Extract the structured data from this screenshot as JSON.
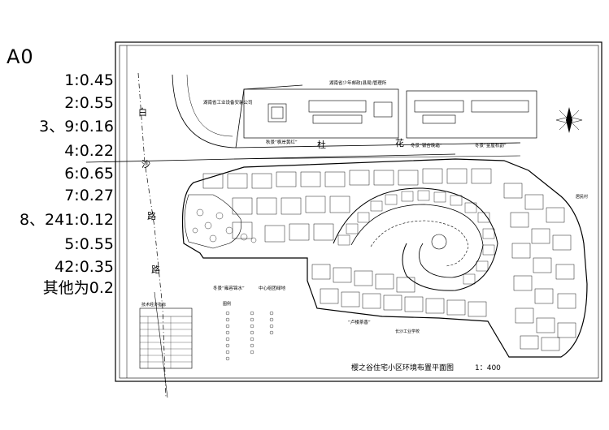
{
  "sheet": {
    "size_label": "A0",
    "line_weights": [
      "1:0.45",
      "2:0.55",
      "3、9:0.16",
      "4:0.22",
      "6:0.65",
      "7:0.27",
      "8、241:0.12",
      "5:0.55",
      "42:0.35",
      "其他为0.2"
    ]
  },
  "plan": {
    "title": "樱之谷住宅小区环境布置平面图",
    "scale": "1：400",
    "road_west_chars": [
      "白",
      "沙",
      "路",
      "路"
    ],
    "road_north_chars": [
      "杜",
      "花"
    ],
    "top_block_label": "湖南省少年邮政(县局)管理所",
    "top_left_label": "湖南省工业设备安装公司",
    "landmark_labels": [
      "秋景“枫岸黄红”",
      "冬景“银杏晚霜”",
      "冬景“金屋秋韵”",
      "冬景“雍容锦水”",
      "中心组团绿地",
      "“卢楼茶香”"
    ],
    "south_label": "长沙工业学校",
    "east_label": "居民村",
    "table_title": "技术经济指标",
    "legend_title": "图例"
  }
}
